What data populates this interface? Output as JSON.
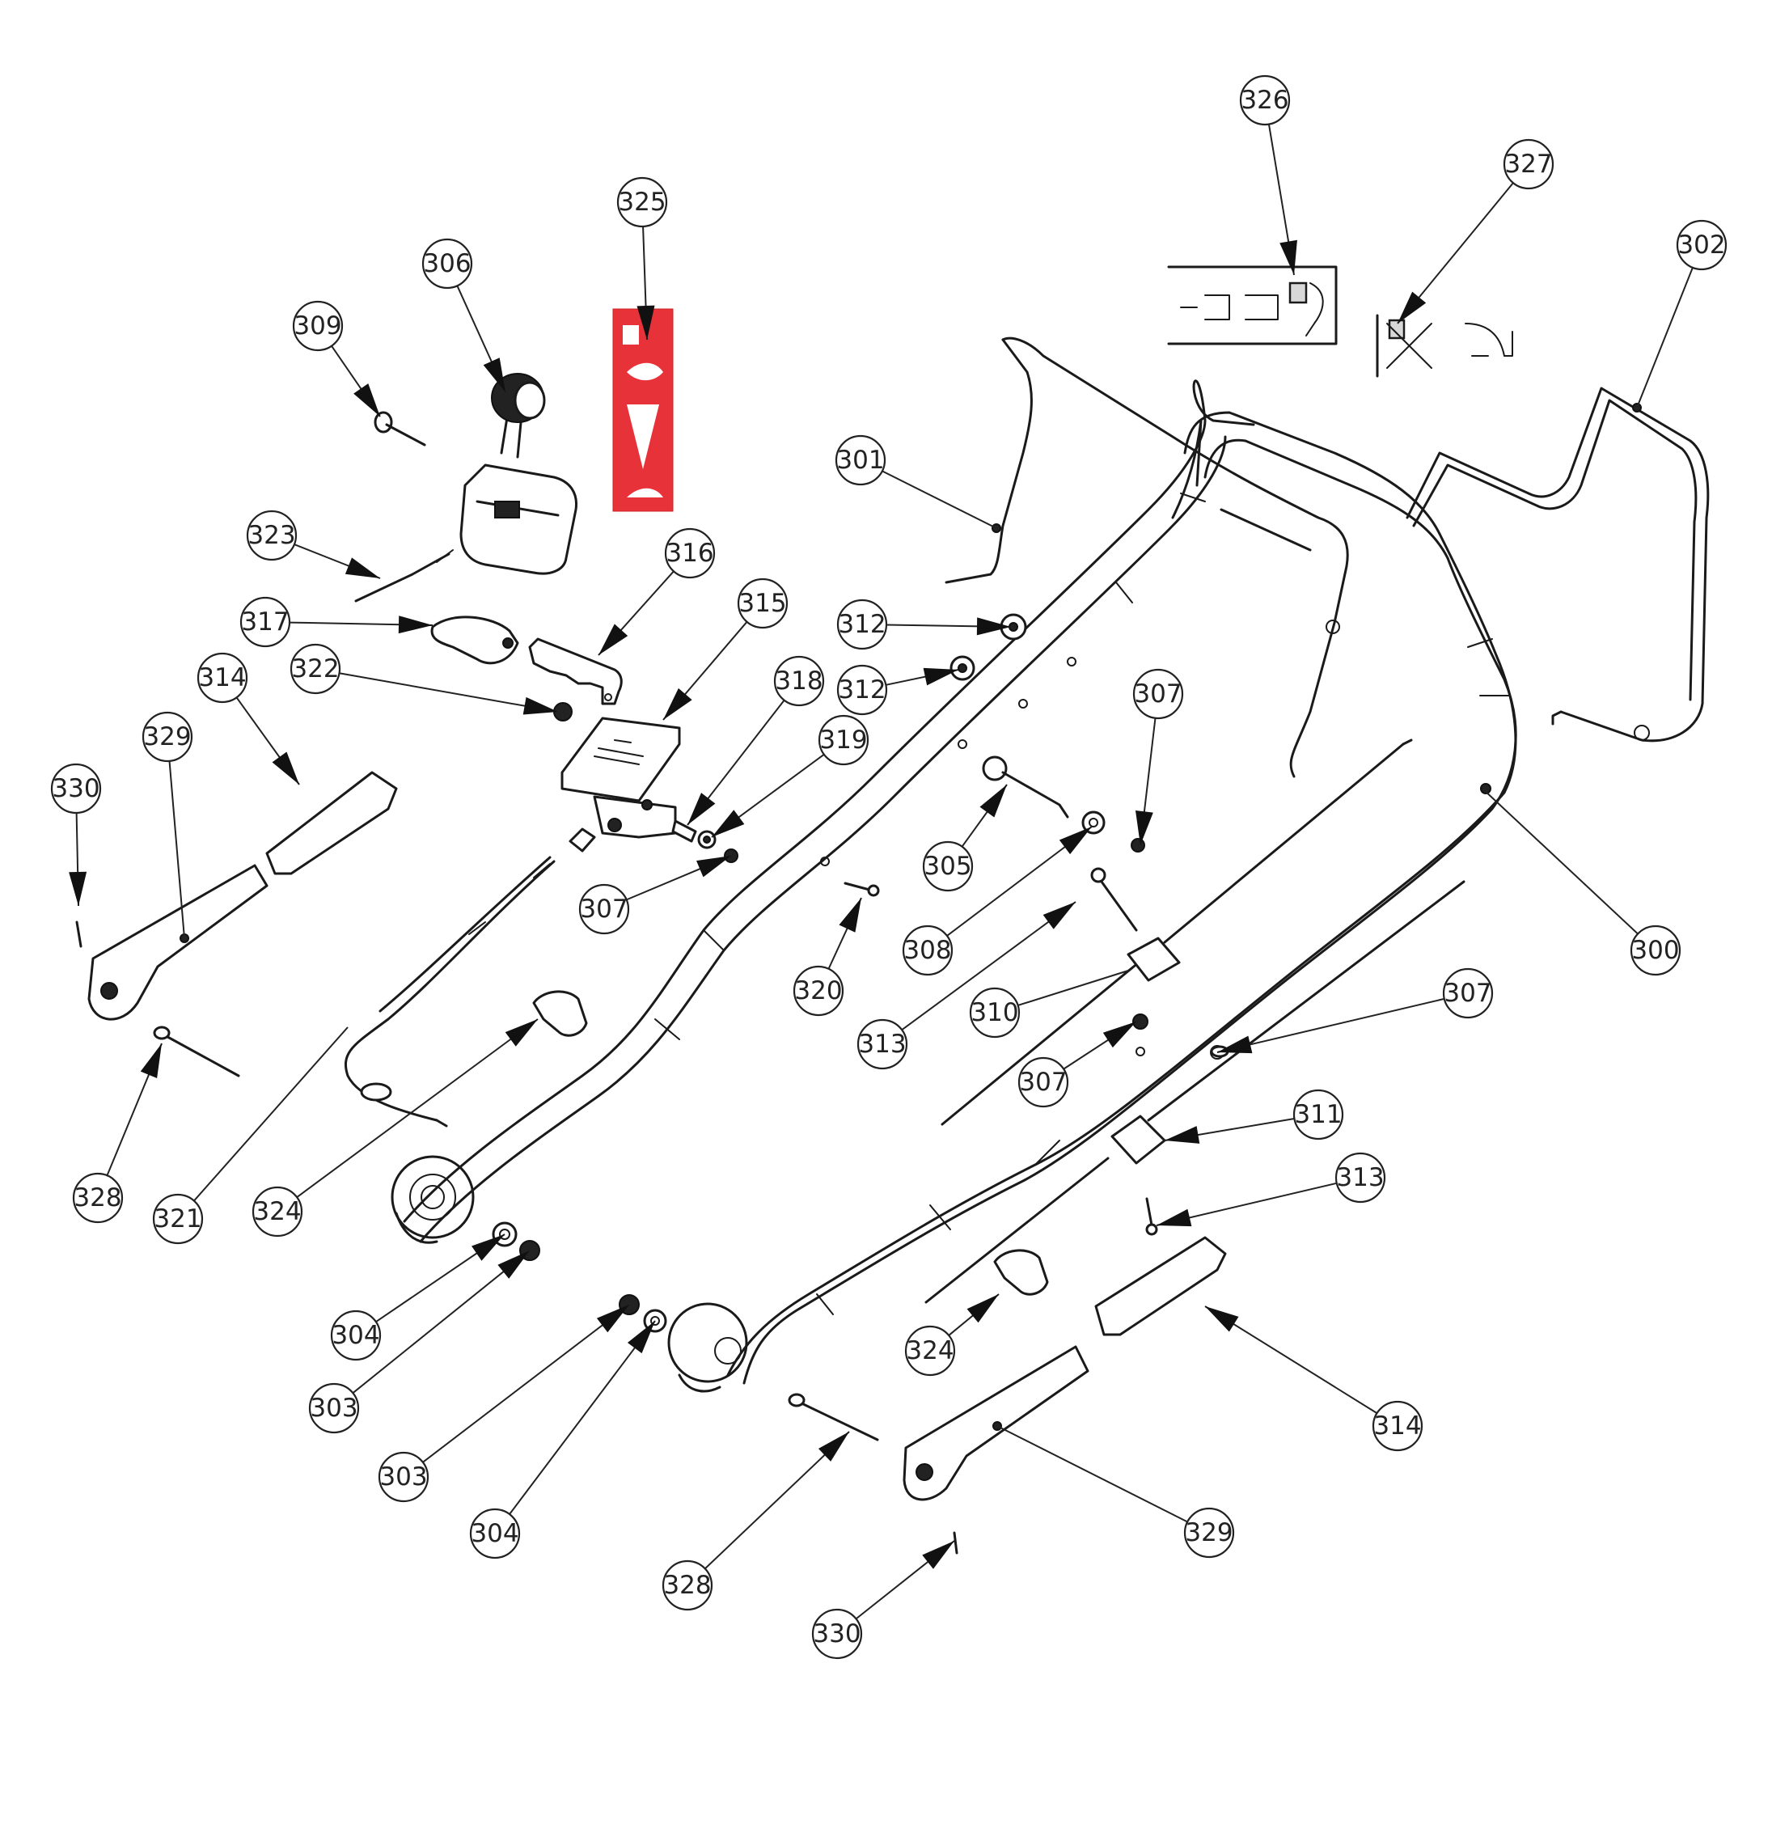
{
  "diagram": {
    "callouts": [
      {
        "id": "c-300",
        "label": "300"
      },
      {
        "id": "c-301",
        "label": "301"
      },
      {
        "id": "c-302",
        "label": "302"
      },
      {
        "id": "c-303a",
        "label": "303"
      },
      {
        "id": "c-303b",
        "label": "303"
      },
      {
        "id": "c-304a",
        "label": "304"
      },
      {
        "id": "c-304b",
        "label": "304"
      },
      {
        "id": "c-305",
        "label": "305"
      },
      {
        "id": "c-306",
        "label": "306"
      },
      {
        "id": "c-307a",
        "label": "307"
      },
      {
        "id": "c-307b",
        "label": "307"
      },
      {
        "id": "c-307c",
        "label": "307"
      },
      {
        "id": "c-307d",
        "label": "307"
      },
      {
        "id": "c-308",
        "label": "308"
      },
      {
        "id": "c-309",
        "label": "309"
      },
      {
        "id": "c-310",
        "label": "310"
      },
      {
        "id": "c-311",
        "label": "311"
      },
      {
        "id": "c-312a",
        "label": "312"
      },
      {
        "id": "c-312b",
        "label": "312"
      },
      {
        "id": "c-313a",
        "label": "313"
      },
      {
        "id": "c-313b",
        "label": "313"
      },
      {
        "id": "c-314a",
        "label": "314"
      },
      {
        "id": "c-314b",
        "label": "314"
      },
      {
        "id": "c-315",
        "label": "315"
      },
      {
        "id": "c-316",
        "label": "316"
      },
      {
        "id": "c-317",
        "label": "317"
      },
      {
        "id": "c-318",
        "label": "318"
      },
      {
        "id": "c-319",
        "label": "319"
      },
      {
        "id": "c-320",
        "label": "320"
      },
      {
        "id": "c-321",
        "label": "321"
      },
      {
        "id": "c-322",
        "label": "322"
      },
      {
        "id": "c-323",
        "label": "323"
      },
      {
        "id": "c-324a",
        "label": "324"
      },
      {
        "id": "c-324b",
        "label": "324"
      },
      {
        "id": "c-325",
        "label": "325"
      },
      {
        "id": "c-326",
        "label": "326"
      },
      {
        "id": "c-327",
        "label": "327"
      },
      {
        "id": "c-328a",
        "label": "328"
      },
      {
        "id": "c-328b",
        "label": "328"
      },
      {
        "id": "c-329a",
        "label": "329"
      },
      {
        "id": "c-329b",
        "label": "329"
      },
      {
        "id": "c-330a",
        "label": "330"
      },
      {
        "id": "c-330b",
        "label": "330"
      }
    ],
    "colors": {
      "line": "#1a1a1a",
      "decal_red": "#e8323a",
      "background": "#ffffff"
    }
  }
}
